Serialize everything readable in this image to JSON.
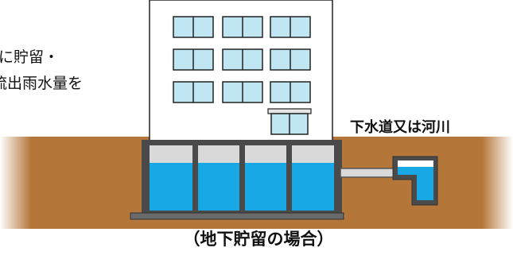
{
  "diagram": {
    "left_text_lines": [
      "に貯留・",
      "流出雨水量を"
    ],
    "outlet_label": "下水道又は河川",
    "caption": "（地下貯留の場合）",
    "colors": {
      "soil": "#b5763a",
      "water": "#18a8e6",
      "tank_frame": "#4a4a4a",
      "tank_top_band": "#d9d9d9",
      "window_glass": "#bfe6f2",
      "building": "#ffffff",
      "outline": "#222222"
    }
  }
}
